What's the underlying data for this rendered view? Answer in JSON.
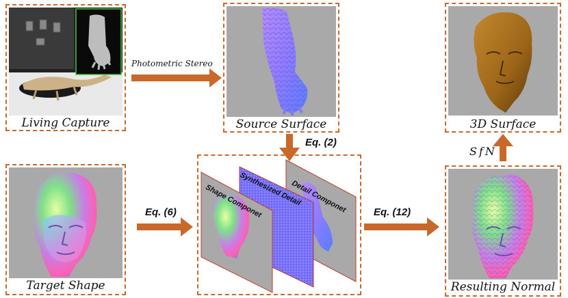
{
  "colors": {
    "accent": "#c8682a",
    "arrow": "#c8682a",
    "grey_bg": "#a9a9a9"
  },
  "panels": {
    "living_capture": {
      "caption": "Living Capture"
    },
    "source_surface": {
      "caption": "Source Surface"
    },
    "surface_3d": {
      "caption": "3D Surface"
    },
    "target_shape": {
      "caption": "Target Shape"
    },
    "resulting_normal": {
      "caption": "Resulting Normal"
    }
  },
  "layers": {
    "shape": {
      "label": "Shape Componet"
    },
    "synth": {
      "label": "Synthesized Detail"
    },
    "detail": {
      "label": "Detail Componet"
    }
  },
  "arrows": {
    "photometric": {
      "label": "Photometric Stereo"
    },
    "eq2": {
      "label": "Eq. (2)"
    },
    "eq6": {
      "label": "Eq. (6)"
    },
    "eq12": {
      "label": "Eq. (12)"
    },
    "sfn": {
      "label": "SfN"
    }
  }
}
